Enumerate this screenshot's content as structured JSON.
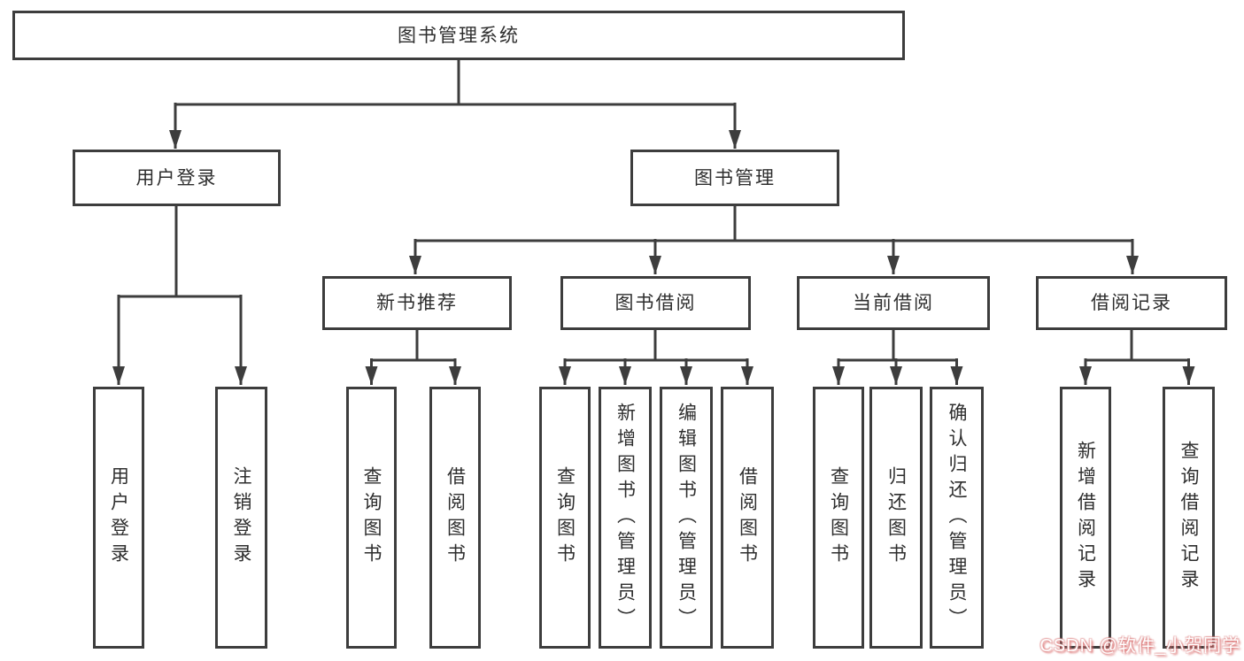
{
  "tree": {
    "root": {
      "label": "图书管理系统"
    },
    "branches": [
      {
        "label": "用户登录",
        "children": [
          {
            "label": "用户登录"
          },
          {
            "label": "注销登录"
          }
        ]
      },
      {
        "label": "图书管理",
        "children": [
          {
            "label": "新书推荐",
            "children": [
              {
                "label": "查询图书"
              },
              {
                "label": "借阅图书"
              }
            ]
          },
          {
            "label": "图书借阅",
            "children": [
              {
                "label": "查询图书"
              },
              {
                "label": "新增图书（管理员）"
              },
              {
                "label": "编辑图书（管理员）"
              },
              {
                "label": "借阅图书"
              }
            ]
          },
          {
            "label": "当前借阅",
            "children": [
              {
                "label": "查询图书"
              },
              {
                "label": "归还图书"
              },
              {
                "label": "确认归还（管理员）"
              }
            ]
          },
          {
            "label": "借阅记录",
            "children": [
              {
                "label": "新增借阅记录"
              },
              {
                "label": "查询借阅记录"
              }
            ]
          }
        ]
      }
    ]
  },
  "watermark": {
    "text": "CSDN @软件_小贺同学"
  },
  "colors": {
    "background": "#ffffff",
    "line": "#3d3d3d",
    "text": "#2e2e2e",
    "watermark_fill": "#ffffff",
    "watermark_shadow": "#d96969"
  }
}
